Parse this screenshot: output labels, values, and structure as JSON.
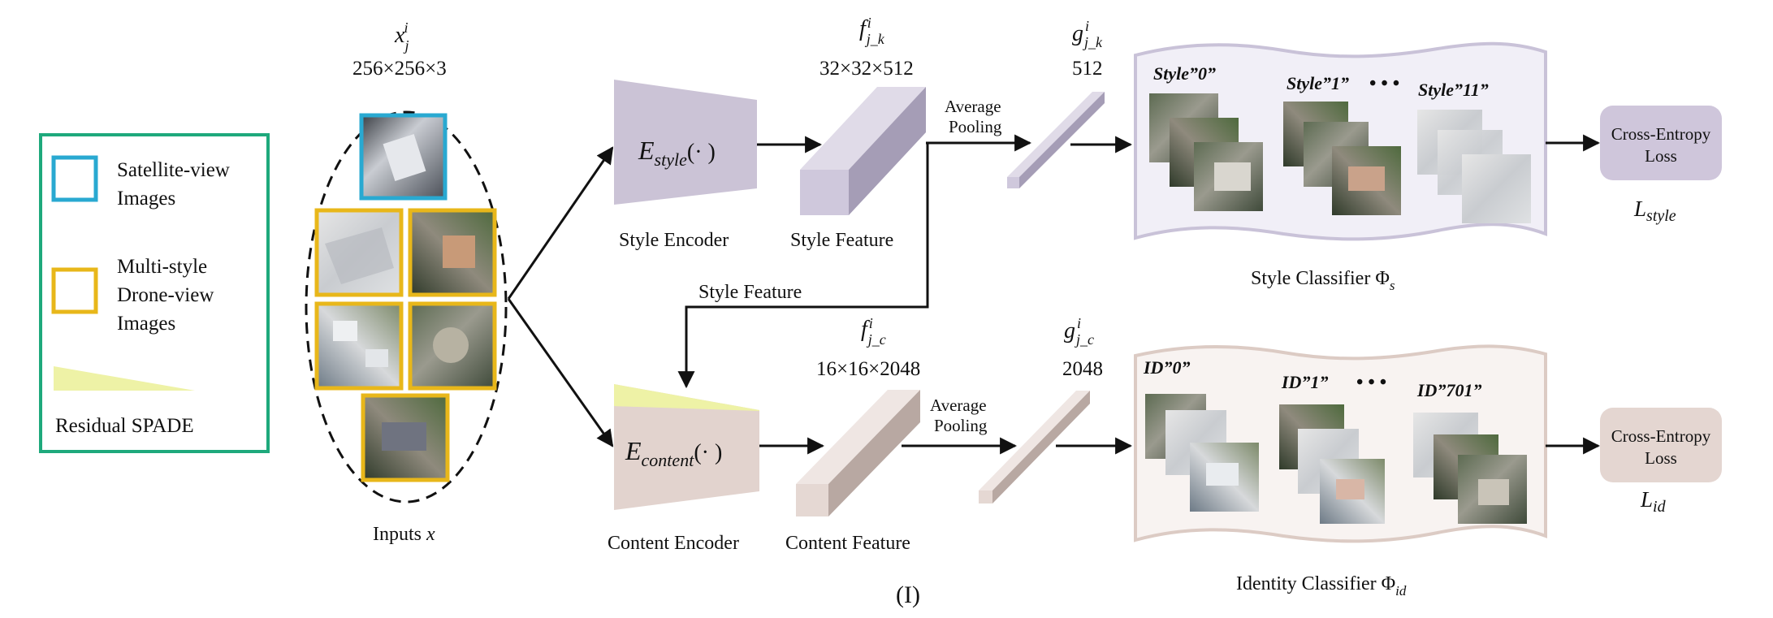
{
  "legend": {
    "satellite_label_1": "Satellite-view",
    "satellite_label_2": "Images",
    "drone_label_1": "Multi-style",
    "drone_label_2": "Drone-view",
    "drone_label_3": "Images",
    "spade_label": "Residual SPADE"
  },
  "inputs": {
    "var_main": "x",
    "var_sub": "j",
    "var_sup": "i",
    "size": "256×256×3",
    "caption_text": "Inputs ",
    "caption_var": "x"
  },
  "style_branch": {
    "encoder_main": "E",
    "encoder_sub": "style",
    "encoder_args": "(· )",
    "encoder_caption": "Style Encoder",
    "feature_main": "f",
    "feature_sup": "i",
    "feature_sub": "j_k",
    "feature_size": "32×32×512",
    "feature_caption": "Style Feature",
    "pool_line1": "Average",
    "pool_line2": "Pooling",
    "vector_main": "g",
    "vector_sup": "i",
    "vector_sub": "j_k",
    "vector_size": "512",
    "classes": [
      "Style”0”",
      "Style”1”",
      "Style”11”"
    ],
    "dots": "• • •",
    "classifier_caption": "Style Classifier Φ",
    "classifier_sub": "s",
    "loss_line1": "Cross-Entropy",
    "loss_line2": "Loss",
    "loss_main": "L",
    "loss_sub": "style"
  },
  "connector": {
    "label": "Style Feature"
  },
  "content_branch": {
    "encoder_main": "E",
    "encoder_sub": "content",
    "encoder_args": "(· )",
    "encoder_caption": "Content Encoder",
    "feature_main": "f",
    "feature_sup": "i",
    "feature_sub": "j_c",
    "feature_size": "16×16×2048",
    "feature_caption": "Content Feature",
    "pool_line1": "Average",
    "pool_line2": "Pooling",
    "vector_main": "g",
    "vector_sup": "i",
    "vector_sub": "j_c",
    "vector_size": "2048",
    "classes": [
      "ID”0”",
      "ID”1”",
      "ID”701”"
    ],
    "dots": "• • •",
    "classifier_caption": "Identity Classifier Φ",
    "classifier_sub": "id",
    "loss_line1": "Cross-Entropy",
    "loss_line2": "Loss",
    "loss_main": "L",
    "loss_sub": "id"
  },
  "figure_label": "(I)",
  "colors": {
    "legend_border": "#1ea97c",
    "satellite": "#29a9d1",
    "drone": "#e8b71a",
    "spade": "#eef2a6",
    "style_encoder": "#cbc3d6",
    "style_feature": "#bdb5cc",
    "style_panel": "#f1eff7",
    "style_panel_border": "#c9c2d8",
    "style_loss": "#cfc6db",
    "content_encoder": "#e2d3ce",
    "content_feature": "#ddcdc7",
    "content_panel": "#f8f3f1",
    "content_panel_border": "#dccbc4",
    "content_loss": "#e4d6d1"
  }
}
